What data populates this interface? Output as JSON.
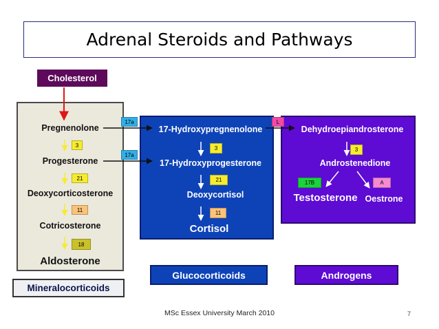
{
  "title": "Adrenal Steroids and Pathways",
  "colors": {
    "cholesterol_bg": "#5d0a5a",
    "mineral_bg": "#ebe8dc",
    "gluco_bg": "#0e43b8",
    "andro_bg": "#5e0bd4",
    "tag_yellow": "#f6ec2e",
    "tag_olive": "#c9c12a",
    "tag_orange": "#fbc37a",
    "tag_blue": "#33aee6",
    "tag_pink": "#f24aa6",
    "tag_green": "#1bd33c",
    "tag_lightpink": "#f58ad0",
    "arrow_red": "#e01515"
  },
  "cholesterol": "Cholesterol",
  "mineral": {
    "steps": [
      "Pregnenolone",
      "Progesterone",
      "Deoxycorticosterone",
      "Cotricosterone",
      "Aldosterone"
    ],
    "tags": [
      "3",
      "21",
      "11",
      "18"
    ]
  },
  "gluco": {
    "steps": [
      "17-Hydroxypregnenolone",
      "17-Hydroxyprogesterone",
      "Deoxycortisol",
      "Cortisol"
    ],
    "tags": [
      "3",
      "21",
      "11"
    ]
  },
  "andro": {
    "steps": [
      "Dehydroepiandrosterone",
      "Androstenedione",
      "Testosterone",
      "Oestrone"
    ],
    "tags": [
      "3",
      "17B",
      "A"
    ]
  },
  "cross_tags": [
    "17a",
    "17a",
    "L"
  ],
  "labels": {
    "mineral": "Mineralocorticoids",
    "gluco": "Glucocorticoids",
    "andro": "Androgens"
  },
  "footer": "MSc Essex University March 2010",
  "page_number": "7"
}
